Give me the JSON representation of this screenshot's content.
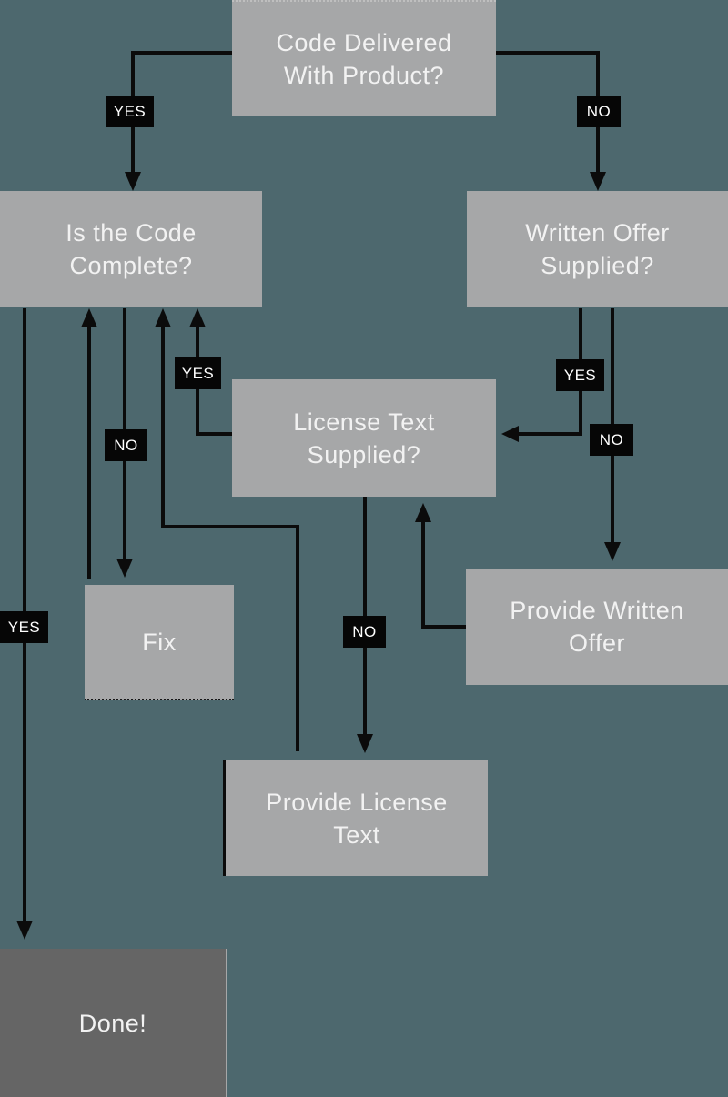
{
  "diagram_type": "flowchart",
  "colors": {
    "bg": "#4d686e",
    "box_fill": "#a6a7a8",
    "done_fill": "#656565",
    "line": "#0b0b0b",
    "badge_bg": "#060606",
    "badge_text": "#ffffff",
    "box_text": "#f2f2f2"
  },
  "nodes": {
    "code_delivered": "Code Delivered\nWith Product?",
    "code_complete": "Is the Code\nComplete?",
    "written_offer": "Written Offer\nSupplied?",
    "license_text": "License Text\nSupplied?",
    "fix": "Fix",
    "provide_written_offer": "Provide Written\nOffer",
    "provide_license_text": "Provide License\nText",
    "done": "Done!"
  },
  "edges": [
    {
      "from": "code_delivered",
      "to": "code_complete",
      "label": "YES"
    },
    {
      "from": "code_delivered",
      "to": "written_offer",
      "label": "NO"
    },
    {
      "from": "code_complete",
      "to": "done",
      "label": "YES"
    },
    {
      "from": "code_complete",
      "to": "fix",
      "label": "NO"
    },
    {
      "from": "fix",
      "to": "code_complete",
      "label": ""
    },
    {
      "from": "license_text",
      "to": "code_complete",
      "label": "YES"
    },
    {
      "from": "provide_license_text",
      "to": "code_complete",
      "label": ""
    },
    {
      "from": "written_offer",
      "to": "license_text",
      "label": "YES"
    },
    {
      "from": "written_offer",
      "to": "provide_written_offer",
      "label": "NO"
    },
    {
      "from": "license_text",
      "to": "provide_license_text",
      "label": "NO"
    },
    {
      "from": "provide_written_offer",
      "to": "license_text",
      "label": ""
    }
  ]
}
